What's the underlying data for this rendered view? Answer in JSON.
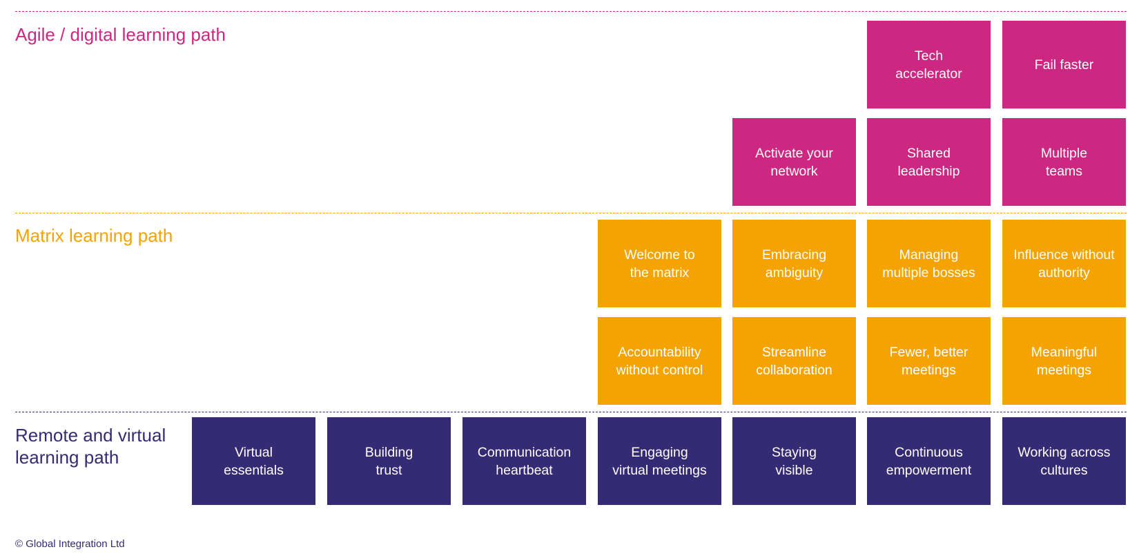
{
  "colors": {
    "agile": "#cc2882",
    "matrix": "#f5a300",
    "remote": "#342b74"
  },
  "paths": {
    "agile": {
      "title": "Agile / digital learning path",
      "tiles": [
        "Tech\naccelerator",
        "Fail faster",
        "Activate your\nnetwork",
        "Shared\nleadership",
        "Multiple\nteams"
      ]
    },
    "matrix": {
      "title": "Matrix learning path",
      "tiles": [
        "Welcome to\nthe matrix",
        "Embracing\nambiguity",
        "Managing\nmultiple bosses",
        "Influence without\nauthority",
        "Accountability\nwithout control",
        "Streamline\ncollaboration",
        "Fewer, better\nmeetings",
        "Meaningful\nmeetings"
      ]
    },
    "remote": {
      "title": "Remote and virtual\nlearning path",
      "tiles": [
        "Virtual\nessentials",
        "Building\ntrust",
        "Communication\nheartbeat",
        "Engaging\nvirtual meetings",
        "Staying\nvisible",
        "Continuous\nempowerment",
        "Working across\ncultures"
      ]
    }
  },
  "footer": "© Global Integration Ltd"
}
